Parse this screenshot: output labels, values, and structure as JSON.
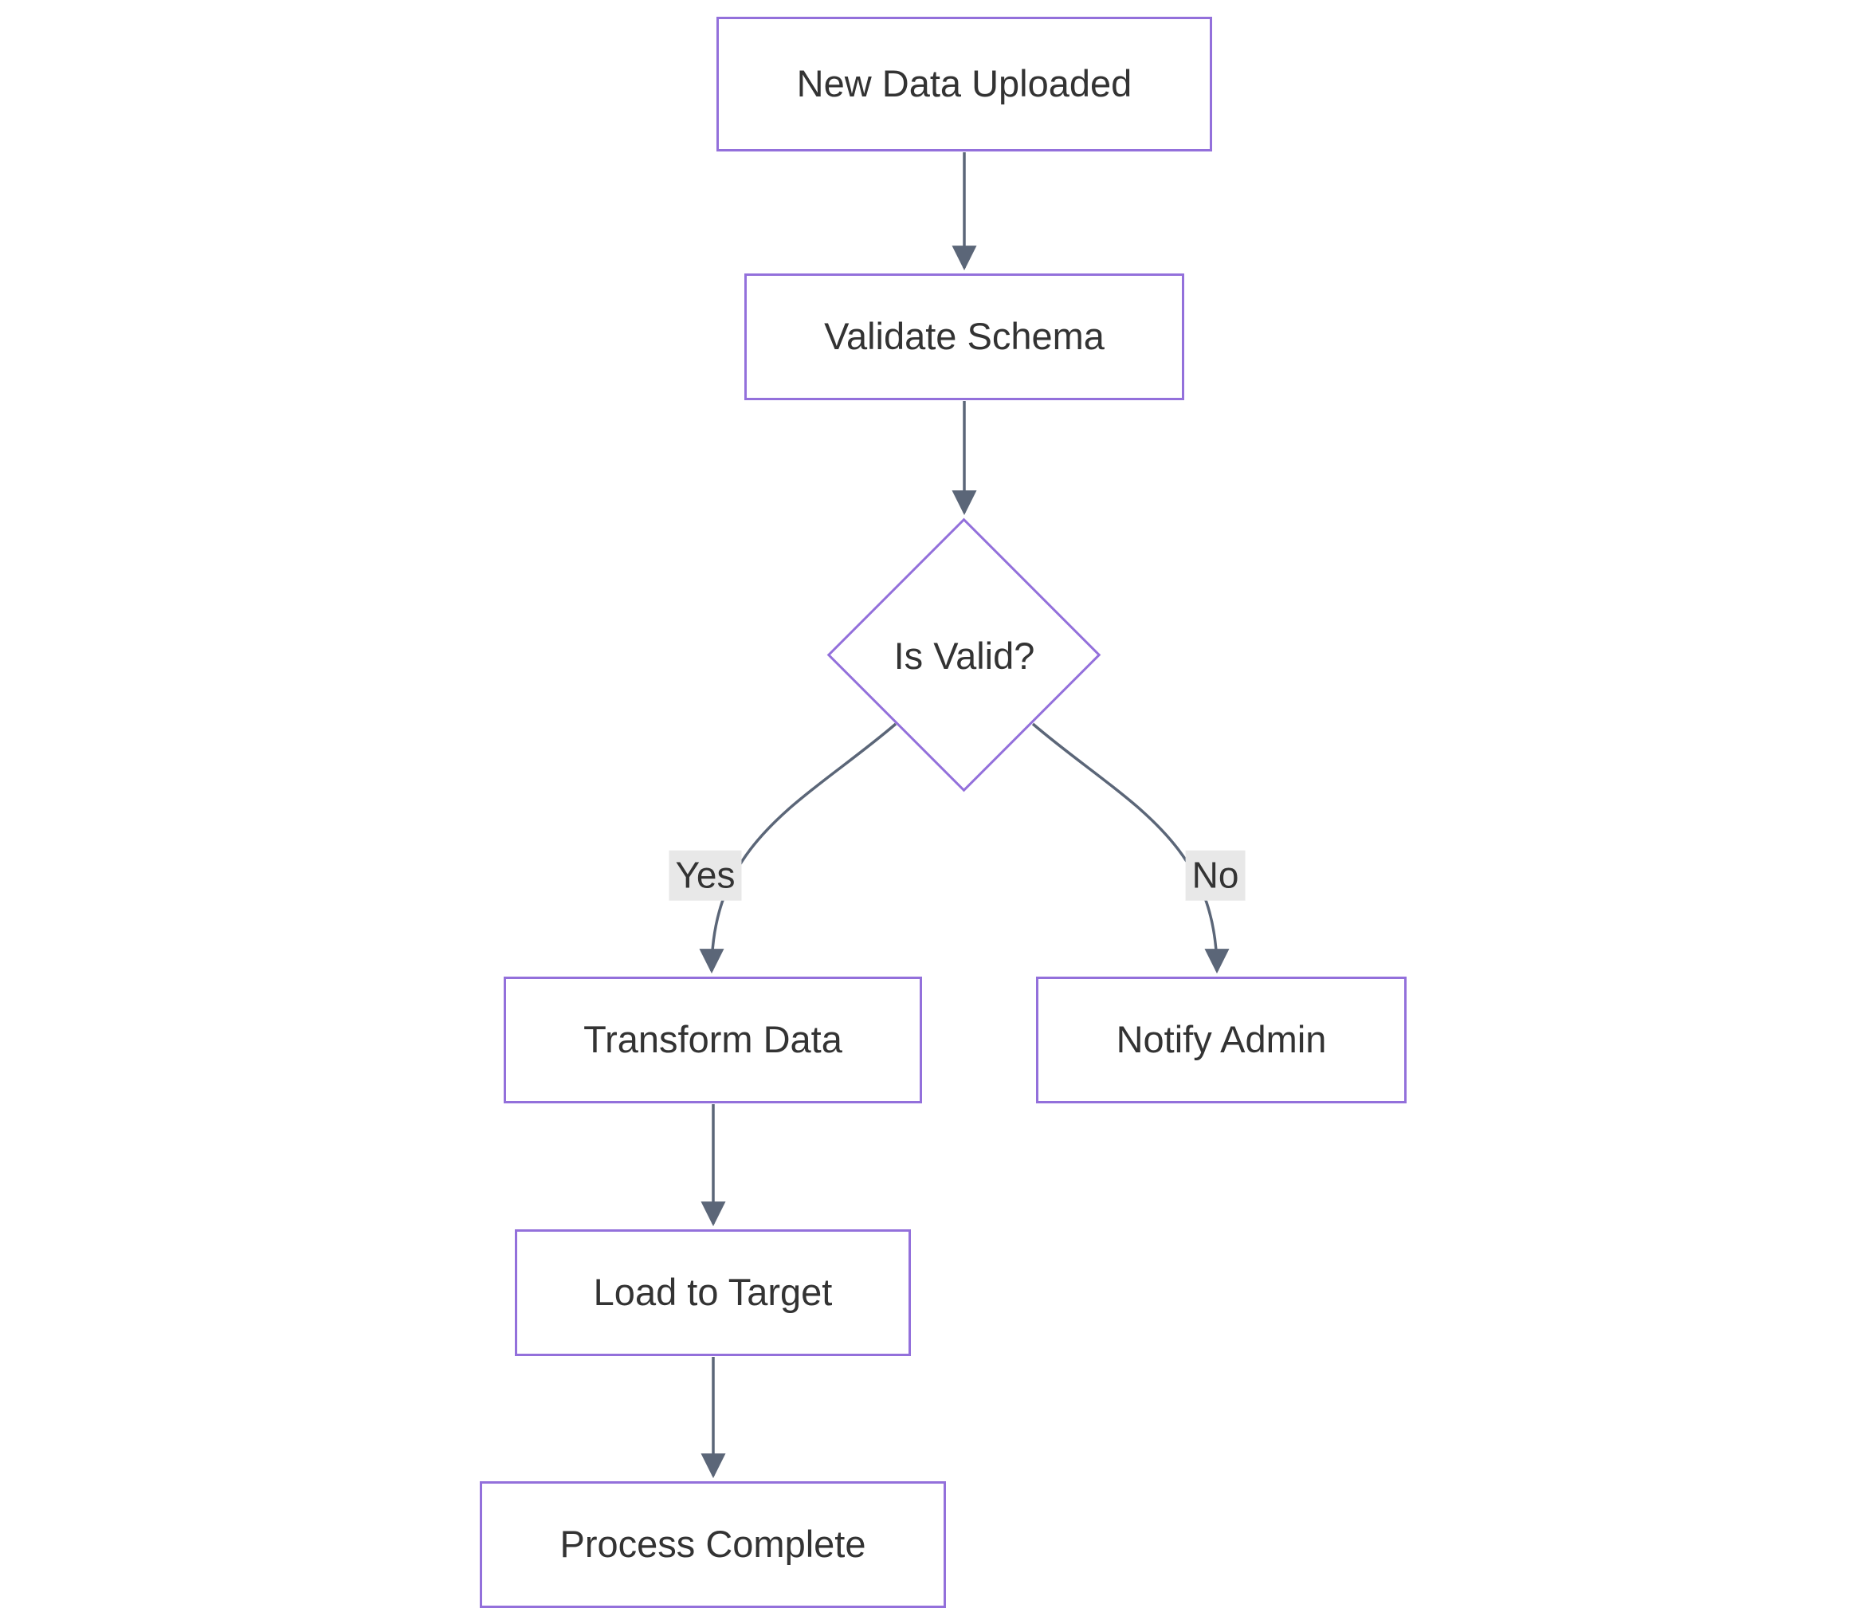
{
  "diagram": {
    "type": "flowchart",
    "direction": "top-down",
    "nodes": [
      {
        "id": "A",
        "label": "New Data Uploaded",
        "shape": "rect"
      },
      {
        "id": "B",
        "label": "Validate Schema",
        "shape": "rect"
      },
      {
        "id": "C",
        "label": "Is Valid?",
        "shape": "diamond"
      },
      {
        "id": "D",
        "label": "Transform Data",
        "shape": "rect"
      },
      {
        "id": "E",
        "label": "Notify Admin",
        "shape": "rect"
      },
      {
        "id": "F",
        "label": "Load to Target",
        "shape": "rect"
      },
      {
        "id": "G",
        "label": "Process Complete",
        "shape": "rect"
      }
    ],
    "edges": [
      {
        "from": "A",
        "to": "B",
        "label": ""
      },
      {
        "from": "B",
        "to": "C",
        "label": ""
      },
      {
        "from": "C",
        "to": "D",
        "label": "Yes"
      },
      {
        "from": "C",
        "to": "E",
        "label": "No"
      },
      {
        "from": "D",
        "to": "F",
        "label": ""
      },
      {
        "from": "F",
        "to": "G",
        "label": ""
      }
    ],
    "colors": {
      "node_border": "#9370DB",
      "node_fill": "#ffffff",
      "edge_line": "#5b6678",
      "arrowhead": "#5b6678",
      "text": "#333333",
      "edge_label_bg": "#e8e8e8",
      "background": "#ffffff"
    }
  }
}
